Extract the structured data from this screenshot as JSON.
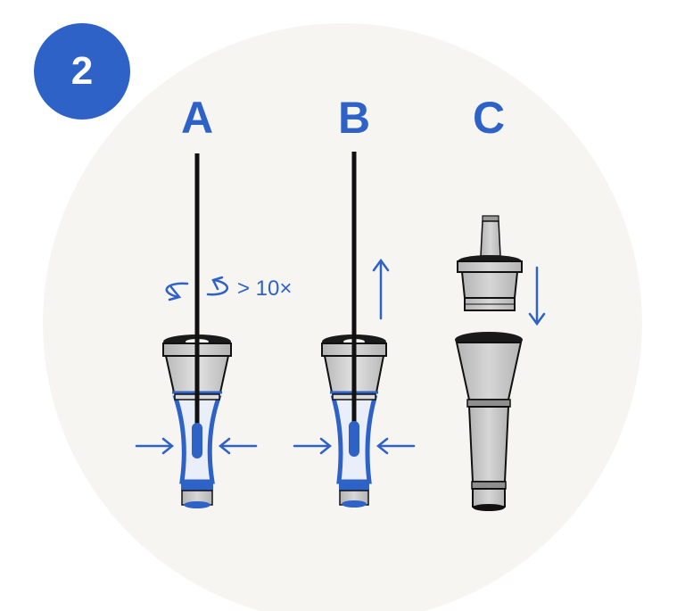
{
  "step": {
    "number": "2"
  },
  "panels": {
    "a": {
      "label": "A"
    },
    "b": {
      "label": "B"
    },
    "c": {
      "label": "C"
    }
  },
  "annotations": {
    "rotation": "> 10×"
  },
  "colors": {
    "accent": "#2e62c7",
    "background_circle": "#f6f5f1",
    "tube_grey": "#c9c9c9",
    "tube_dark": "#111111",
    "tube_glass": "#dcdcdc"
  },
  "icons": [
    "rotate-arrow-icon",
    "arrow-right-icon",
    "arrow-left-icon",
    "arrow-up-icon",
    "arrow-down-icon"
  ]
}
